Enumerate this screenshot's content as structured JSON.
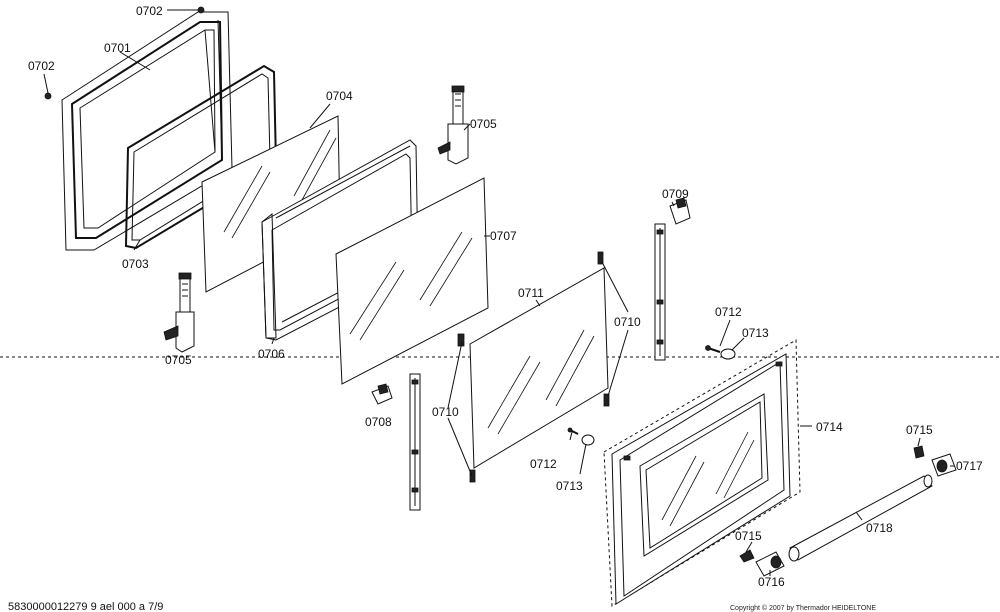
{
  "labels": {
    "l0701": "0701",
    "l0702a": "0702",
    "l0702b": "0702",
    "l0703": "0703",
    "l0704": "0704",
    "l0705a": "0705",
    "l0705b": "0705",
    "l0706": "0706",
    "l0707": "0707",
    "l0708": "0708",
    "l0709": "0709",
    "l0710a": "0710",
    "l0710b": "0710",
    "l0711": "0711",
    "l0712a": "0712",
    "l0712b": "0712",
    "l0713a": "0713",
    "l0713b": "0713",
    "l0714": "0714",
    "l0715a": "0715",
    "l0715b": "0715",
    "l0716": "0716",
    "l0717": "0717",
    "l0718": "0718"
  },
  "footer": {
    "file_id": "5830000012279 9 ael 000 a 7/9",
    "copyright": "Copyright © 2007 by Thermador HEIDELTONE"
  }
}
